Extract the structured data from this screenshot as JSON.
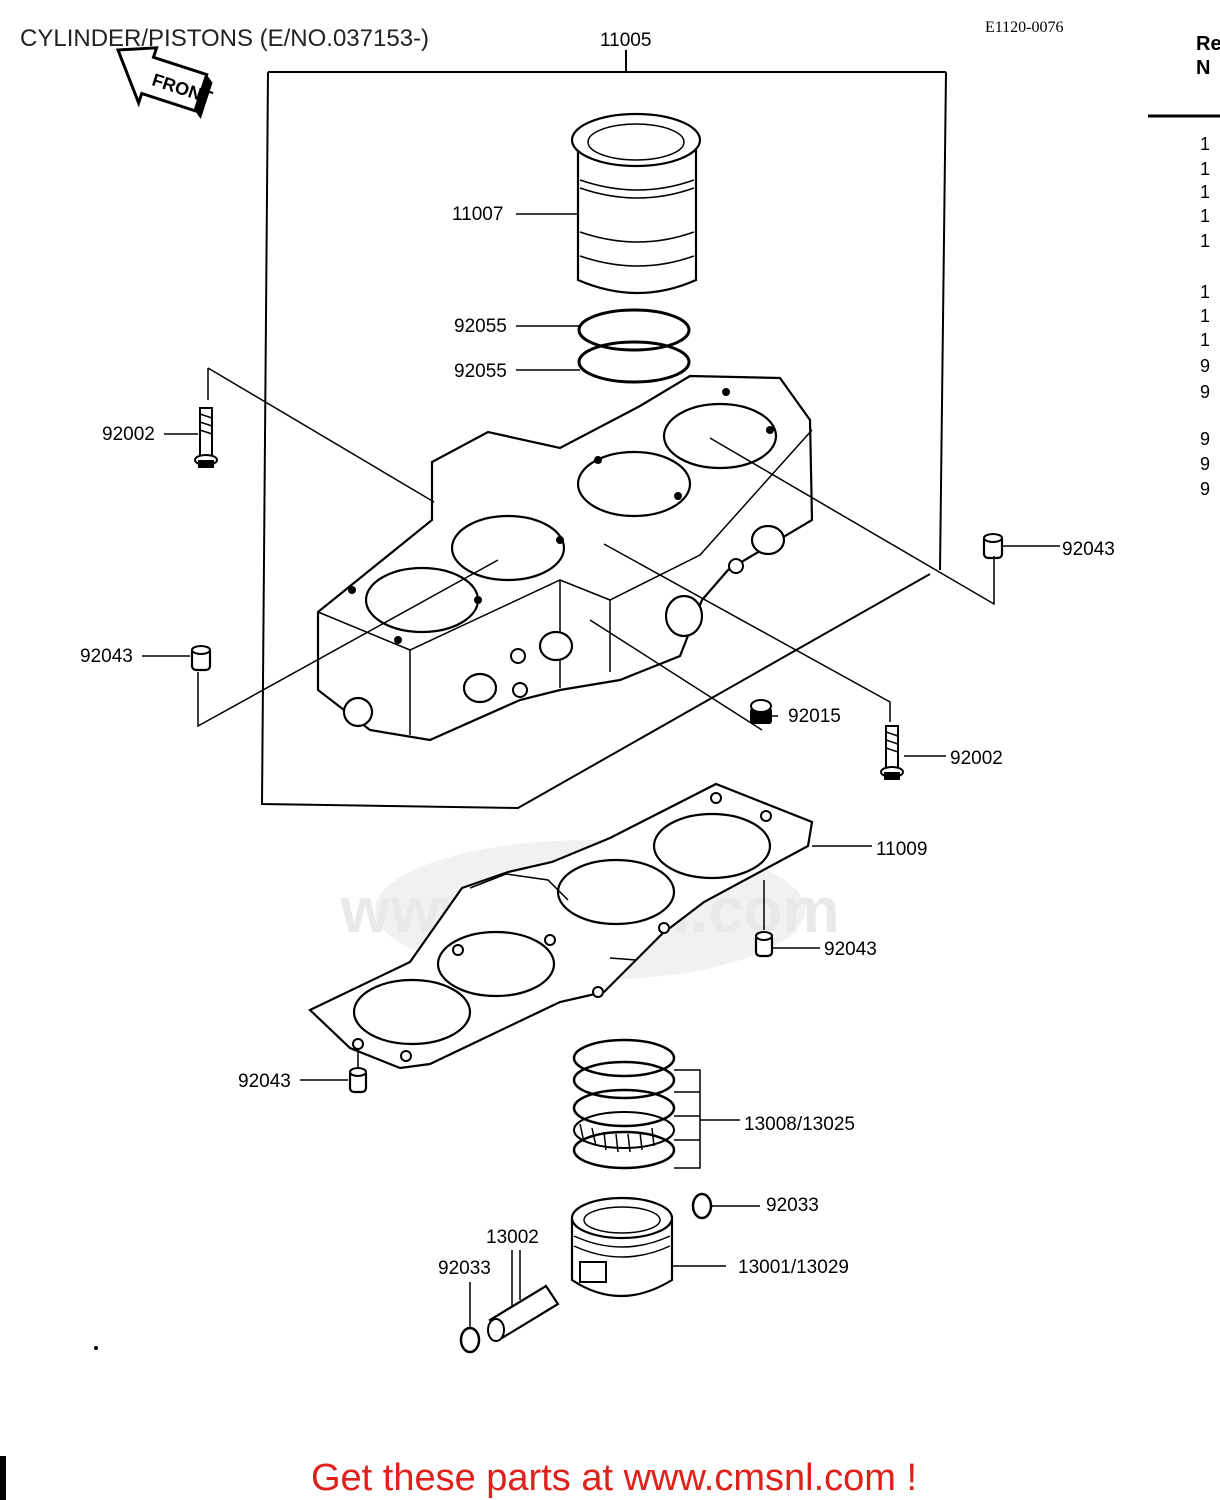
{
  "header": {
    "title": "CYLINDER/PISTONS (E/NO.037153-)",
    "code": "E1120-0076"
  },
  "front_arrow": {
    "label": "FRONT"
  },
  "side_table": {
    "heading_1": "Re",
    "heading_2": "N",
    "ref_numbers": [
      "1",
      "1",
      "1",
      "1",
      "1",
      "1",
      "1",
      "1",
      "9",
      "9",
      "9",
      "9",
      "9"
    ]
  },
  "callouts": {
    "c11005": "11005",
    "c11007": "11007",
    "c92055a": "92055",
    "c92055b": "92055",
    "c92002a": "92002",
    "c92043a": "92043",
    "c92043b": "92043",
    "c92015": "92015",
    "c92002b": "92002",
    "c11009": "11009",
    "c92043c": "92043",
    "c92043d": "92043",
    "c13008": "13008/13025",
    "c92033a": "92033",
    "c13002": "13002",
    "c92033b": "92033",
    "c13001": "13001/13029"
  },
  "footer": {
    "cta": "Get these parts at www.cmsnl.com !"
  },
  "watermark": {
    "text": "www.cmsnl.com"
  }
}
